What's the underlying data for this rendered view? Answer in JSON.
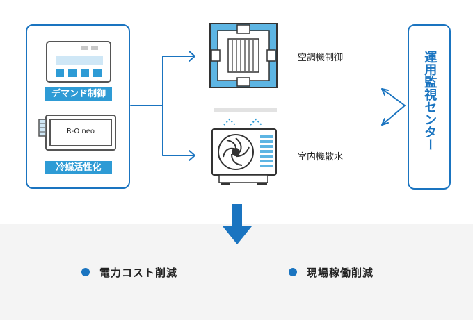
{
  "left_panel": {
    "demand_label": "デマンド制御",
    "refrigerant_label": "冷媒活性化",
    "device_text": "R-O neo"
  },
  "outputs": {
    "ac_control_label": "空調機制御",
    "outdoor_spray_label": "室内機散水"
  },
  "center": {
    "label": "運用監視センター"
  },
  "results": [
    {
      "label": "電力コスト削減"
    },
    {
      "label": "現場稼働削減"
    }
  ],
  "colors": {
    "accent_dark": "#1a74c0",
    "accent_light": "#2e9bd5",
    "panel_blue": "#5db5e3",
    "bottom_band": "#f4f4f4"
  }
}
